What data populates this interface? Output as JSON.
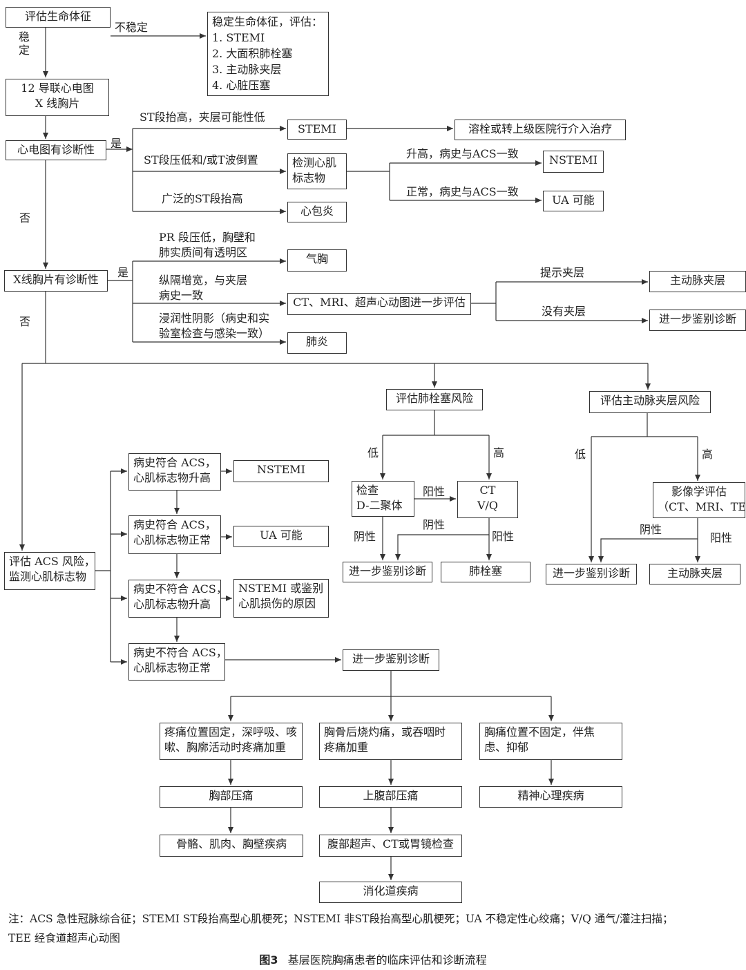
{
  "boxes": {
    "vital": "评估生命体征",
    "stabilize": [
      "稳定生命体征，评估：",
      "1. STEMI",
      "2. 大面积肺栓塞",
      "3. 主动脉夹层",
      "4. 心脏压塞"
    ],
    "ecg_xray": [
      "12 导联心电图",
      "X 线胸片"
    ],
    "ecg_dx": "心电图有诊断性",
    "stemi": "STEMI",
    "thrombolysis": "溶栓或转上级医院行介入治疗",
    "markers": [
      "检测心肌",
      "标志物"
    ],
    "nstemi_top": "NSTEMI",
    "ua_top": "UA 可能",
    "pericarditis": "心包炎",
    "xray_dx": "X线胸片有诊断性",
    "pneumothorax": "气胸",
    "ct_eval": "CT、MRI、超声心动图进一步评估",
    "dissection_top": "主动脉夹层",
    "further_top": "进一步鉴别诊断",
    "pneumonia": "肺炎",
    "pe_risk": "评估肺栓塞风险",
    "ad_risk": "评估主动脉夹层风险",
    "ddimer": [
      "检查",
      "D-二聚体"
    ],
    "ctvq": [
      "CT",
      "V/Q"
    ],
    "further_pe": "进一步鉴别诊断",
    "pe": "肺栓塞",
    "imaging": [
      "影像学评估",
      "（CT、MRI、TEE）"
    ],
    "further_ad": "进一步鉴别诊断",
    "dissection_ad": "主动脉夹层",
    "acs_risk": [
      "评估 ACS 风险，",
      "监测心肌标志物"
    ],
    "acs1": [
      "病史符合 ACS，",
      "心肌标志物升高"
    ],
    "acs2": [
      "病史符合 ACS，",
      "心肌标志物正常"
    ],
    "acs3": [
      "病史不符合 ACS，",
      "心肌标志物升高"
    ],
    "acs4": [
      "病史不符合 ACS，",
      "心肌标志物正常"
    ],
    "nstemi_acs": "NSTEMI",
    "ua_acs": "UA 可能",
    "nstemi_or": [
      "NSTEMI 或鉴别",
      "心肌损伤的原因"
    ],
    "further_main": "进一步鉴别诊断",
    "pain_fixed": [
      "疼痛位置固定，深呼吸、咳",
      "嗽、胸廓活动时疼痛加重"
    ],
    "pain_burn": [
      "胸骨后烧灼痛，或吞咽时",
      "疼痛加重"
    ],
    "pain_unfixed": [
      "胸痛位置不固定，伴焦",
      "虑、抑郁"
    ],
    "chest_tender": "胸部压痛",
    "abd_tender": "上腹部压痛",
    "psych": "精神心理疾病",
    "msk": "骨骼、肌肉、胸壁疾病",
    "abd_exam": "腹部超声、CT或胃镜检查",
    "gi": "消化道疾病"
  },
  "labels": {
    "unstable": "不稳定",
    "stable": "稳定",
    "yes1": "是",
    "no1": "否",
    "yes2": "是",
    "no2": "否",
    "st_elev": "ST段抬高，夹层可能性低",
    "st_dep": "ST段压低和/或T波倒置",
    "st_diffuse": "广泛的ST段抬高",
    "elevated": "升高，病史与ACS一致",
    "normal": "正常，病史与ACS一致",
    "pr": [
      "PR 段压低，胸壁和",
      "肺实质间有透明区"
    ],
    "mediastinum": [
      "纵隔增宽，与夹层",
      "病史一致"
    ],
    "infiltrate": [
      "浸润性阴影（病史和实",
      "验室检查与感染一致）"
    ],
    "suggest_ad": "提示夹层",
    "no_ad": "没有夹层",
    "pe_low": "低",
    "pe_high": "高",
    "ad_low": "低",
    "ad_high": "高",
    "pos1": "阳性",
    "neg1": "阴性",
    "neg2": "阴性",
    "pos2": "阳性",
    "neg3": "阴性",
    "pos3": "阳性"
  },
  "footnote": {
    "line1": "注：ACS 急性冠脉综合征；STEMI ST段抬高型心肌梗死；NSTEMI 非ST段抬高型心肌梗死；UA 不稳定性心绞痛；V/Q 通气/灌注扫描；",
    "line2": "TEE 经食道超声心动图"
  },
  "caption": {
    "fig": "图3",
    "title": "基层医院胸痛患者的临床评估和诊断流程"
  }
}
